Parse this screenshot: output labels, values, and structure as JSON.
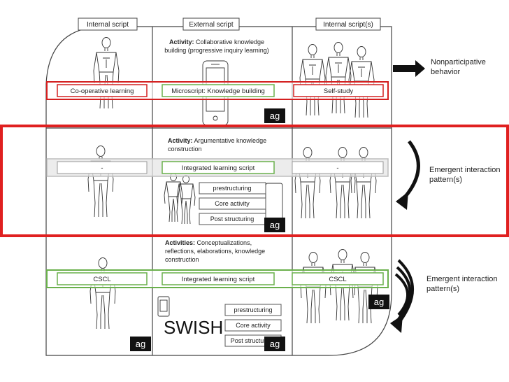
{
  "headers": {
    "left": "Internal script",
    "middle": "External script",
    "right": "Internal script(s)"
  },
  "rows": [
    {
      "activity_bold": "Activity:",
      "activity_lines": [
        " Collaborative knowledge",
        "building (progressive inquiry learning)"
      ],
      "left_label": "Co-operative learning",
      "middle_label": "Microscript: Knowledge building",
      "right_label": "Self-study",
      "side_note": [
        "Nonparticipative",
        "behavior"
      ]
    },
    {
      "activity_bold": "Activity:",
      "activity_lines": [
        " Argumentative knowledge",
        "construction"
      ],
      "left_label": "-",
      "middle_label": "Integrated learning script",
      "right_label": "-",
      "side_note": [
        "Emergent interaction",
        "pattern(s)"
      ],
      "stack": [
        "prestructuring",
        "Core activity",
        "Post structuring"
      ]
    },
    {
      "activity_bold": "Activities:",
      "activity_lines": [
        " Conceptualizations,",
        "reflections, elaborations, knowledge",
        "construction"
      ],
      "left_label": "CSCL",
      "middle_label": "Integrated learning script",
      "right_label": "CSCL",
      "side_note": [
        "Emergent interaction",
        "pattern(s)"
      ],
      "stack": [
        "prestructuring",
        "Core activity",
        "Post structuring"
      ],
      "product": "SWISH"
    }
  ],
  "badge": "ag"
}
